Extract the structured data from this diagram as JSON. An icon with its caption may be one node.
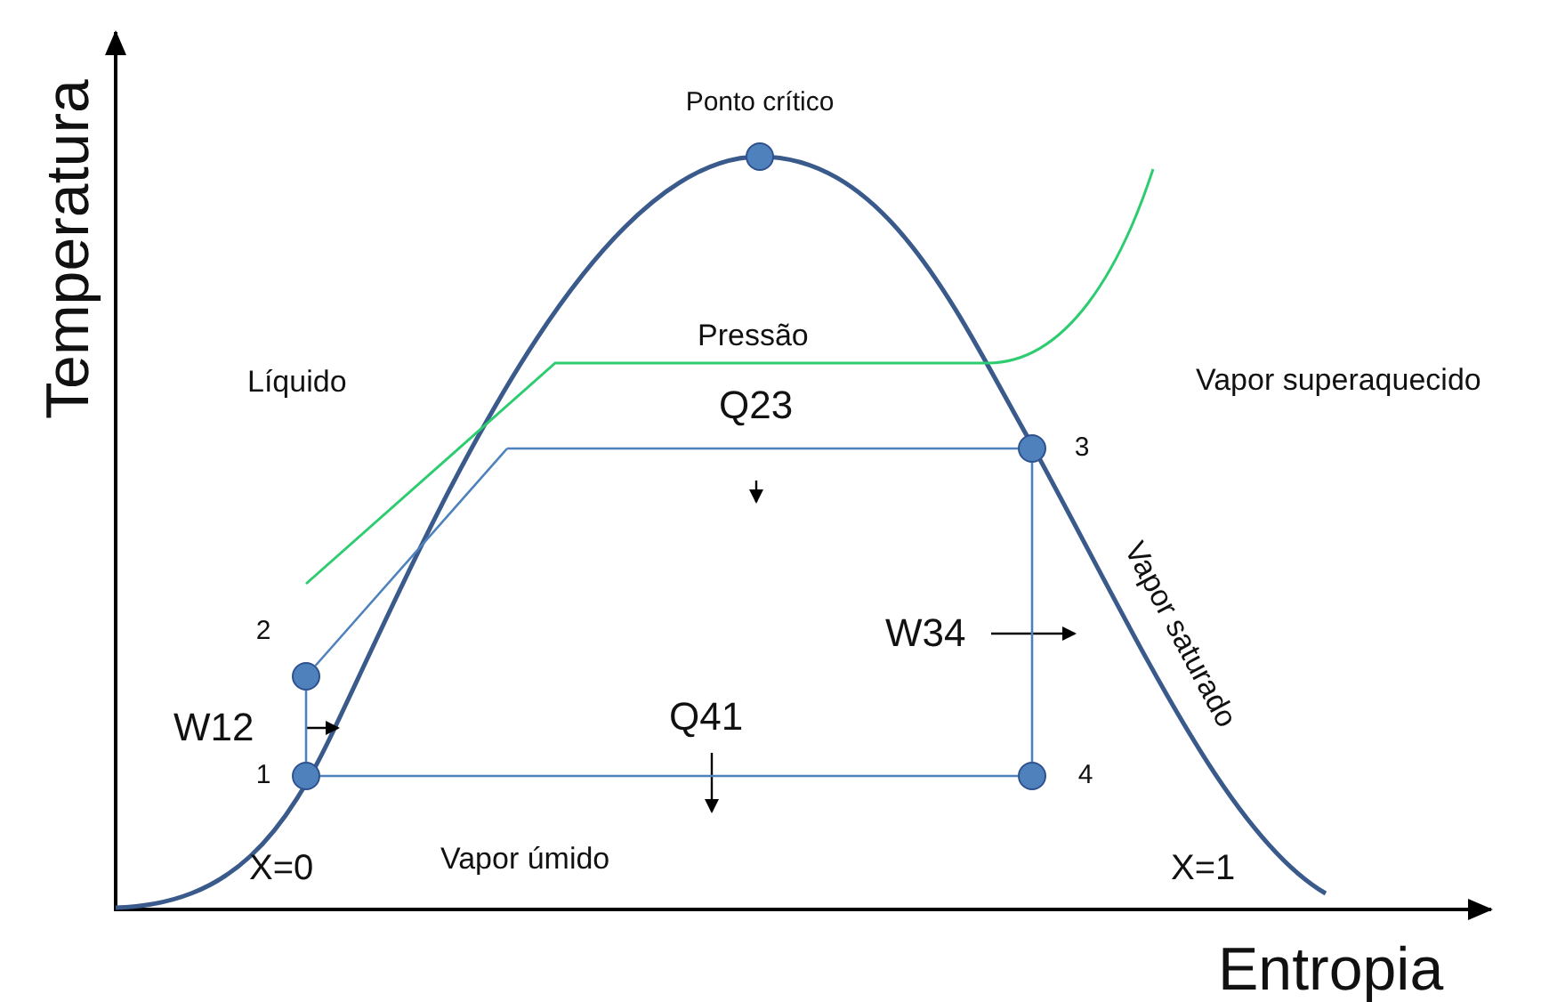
{
  "diagram": {
    "nodes": [
      {
        "text": [],
        "shape": "circle",
        "beside": [
          "Ponto crítico"
        ]
      },
      {
        "text": [],
        "shape": "circle",
        "beside": [
          "3"
        ]
      },
      {
        "text": [],
        "shape": "circle",
        "beside": [
          "2"
        ]
      },
      {
        "text": [],
        "shape": "circle",
        "beside": [
          "1"
        ]
      },
      {
        "text": [],
        "shape": "circle",
        "beside": [
          "4"
        ]
      }
    ],
    "edges": [
      {
        "from": 2,
        "to": 3,
        "arrow": "none"
      },
      {
        "from": 2,
        "to": null,
        "arrow": "none"
      },
      {
        "from": null,
        "to": 1,
        "arrow": "none"
      },
      {
        "from": 1,
        "to": 4,
        "arrow": "none"
      },
      {
        "from": 4,
        "to": 3,
        "arrow": "none"
      }
    ],
    "labels": [
      "Temperatura",
      "Pressão",
      "Líquido",
      "Vapor superaquecido",
      "Q23",
      "Vapor saturado",
      "W34",
      "W12",
      "Q41",
      "X=0",
      "Vapor úmido",
      "X=1",
      "Entropia"
    ]
  }
}
